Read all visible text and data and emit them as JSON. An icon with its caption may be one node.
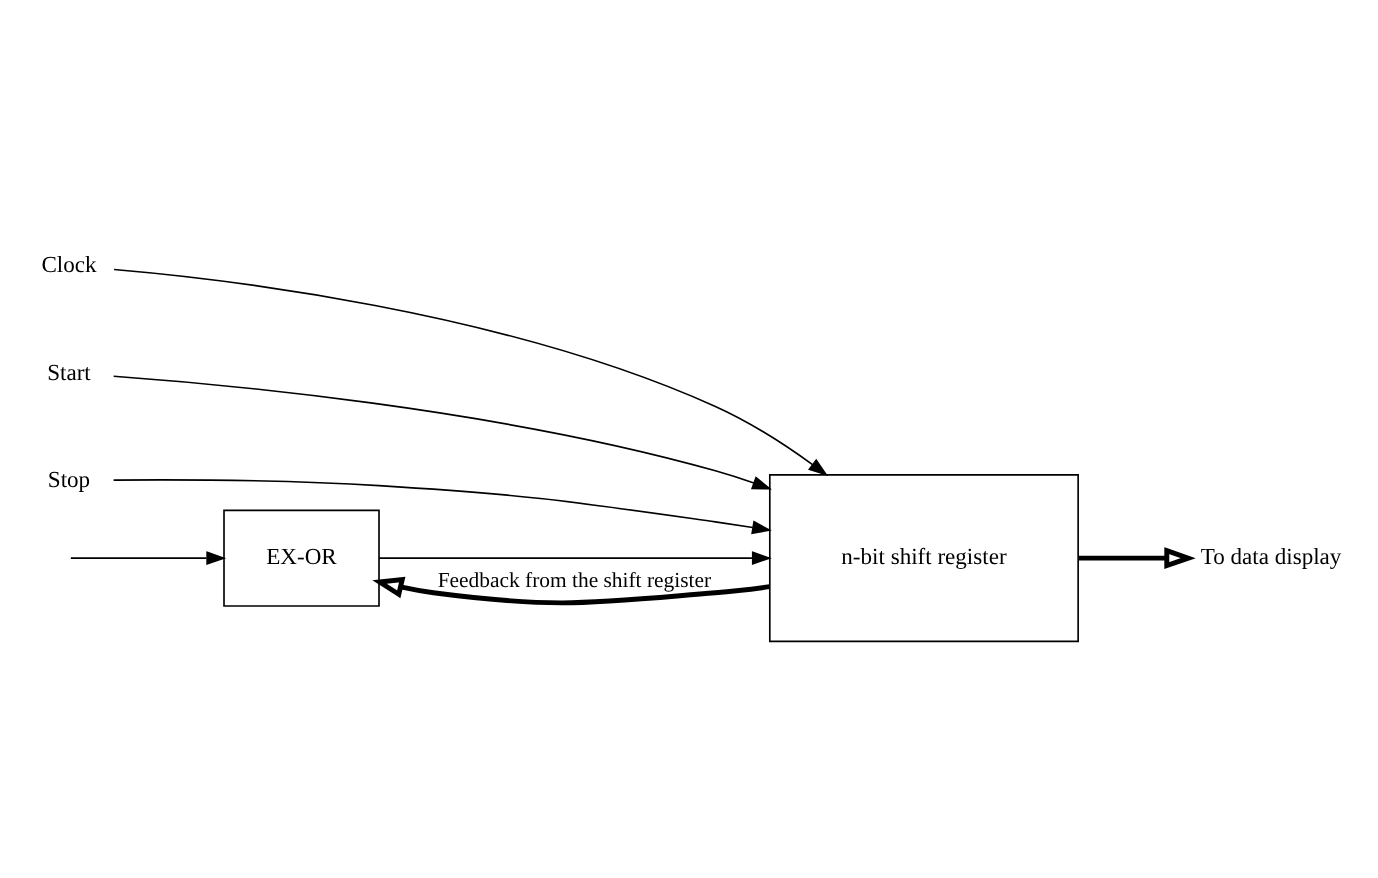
{
  "diagram": {
    "nodes": [
      {
        "text": [
          "EX-OR"
        ]
      },
      {
        "text": [
          "n-bit shift register"
        ]
      },
      {
        "text": [
          "To data display"
        ]
      },
      {
        "text": [
          "Clock"
        ]
      },
      {
        "text": [
          "Start"
        ]
      },
      {
        "text": [
          "Stop"
        ]
      }
    ],
    "edges": [
      {
        "from": null,
        "to": 0,
        "arrow": "to"
      },
      {
        "from": 0,
        "to": 1,
        "arrow": "to"
      },
      {
        "from": 1,
        "to": 0,
        "arrow": "to",
        "label": "Feedback from the shift register",
        "style": "thick"
      },
      {
        "from": 1,
        "to": 2,
        "arrow": "to",
        "style": "thick"
      },
      {
        "from": 3,
        "to": 1,
        "arrow": "to"
      },
      {
        "from": 4,
        "to": 1,
        "arrow": "to"
      },
      {
        "from": 5,
        "to": 1,
        "arrow": "to"
      }
    ]
  }
}
